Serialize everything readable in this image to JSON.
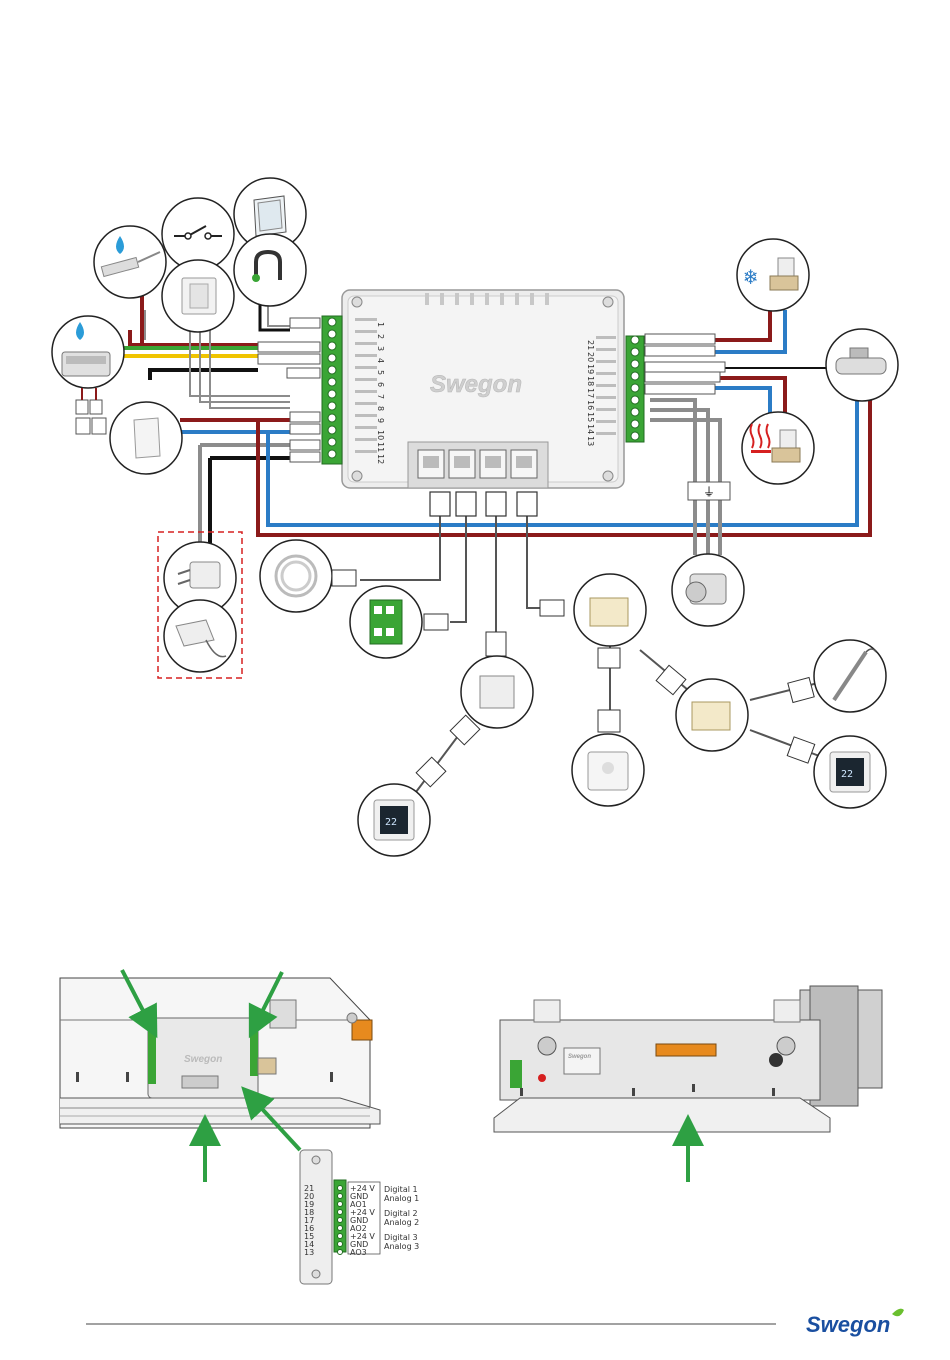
{
  "brand": {
    "name": "Swegon",
    "accent": "#1a4fa0",
    "leaf": "#6abf2e"
  },
  "controller": {
    "left_terminals": [
      "1",
      "2",
      "3",
      "4",
      "5",
      "6",
      "7",
      "8",
      "9",
      "10",
      "11",
      "12"
    ],
    "right_terminals": [
      "21",
      "20",
      "19",
      "18",
      "17",
      "16",
      "15",
      "14",
      "13"
    ],
    "rj45_ports": 4
  },
  "colors": {
    "wire_red": "#8b1a1a",
    "wire_blue": "#2b7cc6",
    "wire_green": "#3aa535",
    "wire_yellow": "#f0c400",
    "wire_black": "#111111",
    "wire_grey": "#8c8c8c",
    "terminal_green": "#3aa535",
    "arrow_green": "#2ea043",
    "dash_red": "#d62020"
  },
  "devices": [
    {
      "name": "humidity-sensor-icon"
    },
    {
      "name": "condensation-sensor-icon"
    },
    {
      "name": "switch-contact-icon"
    },
    {
      "name": "window-contact-icon"
    },
    {
      "name": "wall-switch-icon"
    },
    {
      "name": "dew-point-sensor-icon"
    },
    {
      "name": "room-sensor-icon"
    },
    {
      "name": "power-adapter-icon"
    },
    {
      "name": "transformer-icon"
    },
    {
      "name": "cooling-valve-icon"
    },
    {
      "name": "heating-valve-icon"
    },
    {
      "name": "duct-sensor-icon"
    },
    {
      "name": "damper-actuator-icon"
    },
    {
      "name": "cable-reel-icon"
    },
    {
      "name": "io-module-icon"
    },
    {
      "name": "junction-box-icon"
    },
    {
      "name": "splitter-icon"
    },
    {
      "name": "room-unit-icon"
    },
    {
      "name": "thermostat-display-icon"
    },
    {
      "name": "temperature-probe-icon"
    }
  ],
  "detail_terminal": {
    "numbers": [
      "21",
      "20",
      "19",
      "18",
      "17",
      "16",
      "15",
      "14",
      "13"
    ],
    "signals": [
      "+24 V",
      "GND",
      "AO1",
      "+24 V",
      "GND",
      "AO2",
      "+24 V",
      "GND",
      "AO3"
    ],
    "groups": [
      {
        "digital": "Digital 1",
        "analog": "Analog 1"
      },
      {
        "digital": "Digital 2",
        "analog": "Analog 2"
      },
      {
        "digital": "Digital 3",
        "analog": "Analog 3"
      }
    ]
  },
  "display": {
    "reading": "22"
  }
}
